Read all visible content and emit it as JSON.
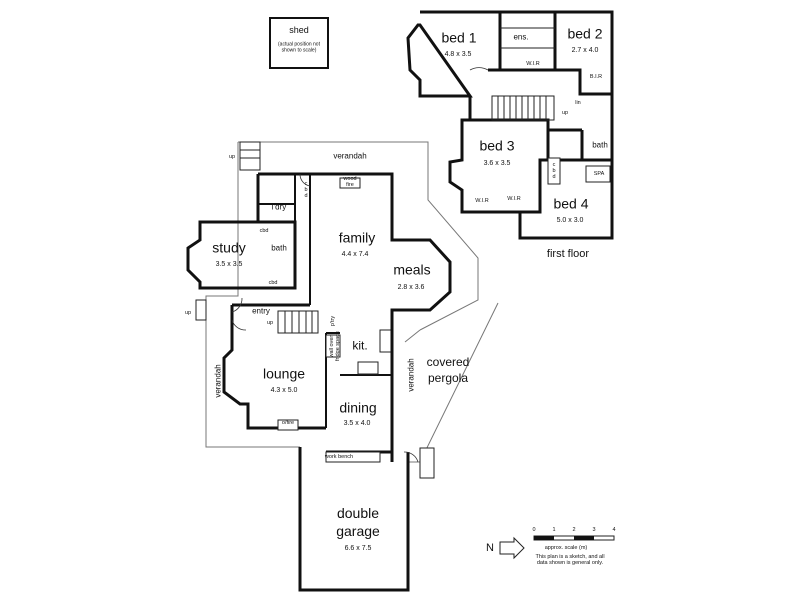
{
  "plan": {
    "shed": {
      "name": "shed",
      "note": "(actual position not shown to scale)"
    },
    "rooms": {
      "bed1": {
        "name": "bed 1",
        "size": "4.8 x 3.5"
      },
      "bed2": {
        "name": "bed 2",
        "size": "2.7 x 4.0"
      },
      "bed3": {
        "name": "bed 3",
        "size": "3.6 x 3.5"
      },
      "bed4": {
        "name": "bed 4",
        "size": "5.0 x 3.0"
      },
      "ens": {
        "name": "ens."
      },
      "bath_upper": {
        "name": "bath"
      },
      "study": {
        "name": "study",
        "size": "3.5 x 3.5"
      },
      "family": {
        "name": "family",
        "size": "4.4 x 7.4"
      },
      "meals": {
        "name": "meals",
        "size": "2.8 x 3.6"
      },
      "kitchen": {
        "name": "kit."
      },
      "lounge": {
        "name": "lounge",
        "size": "4.3 x 5.0"
      },
      "dining": {
        "name": "dining",
        "size": "3.5 x 4.0"
      },
      "garage": {
        "name": "double garage",
        "size": "6.6 x 7.5"
      },
      "bath_lower": {
        "name": "bath"
      },
      "laundry": {
        "name": "l'dry"
      },
      "entry": {
        "name": "entry"
      }
    },
    "outdoor": {
      "verandah_top": "verandah",
      "verandah_left": "verandah",
      "verandah_right": "verandah",
      "pergola": "covered pergola"
    },
    "small_labels": {
      "wir1": "W.I.R",
      "wir3": "W.I.R",
      "wir4": "W.I.R",
      "bir": "B.I.R",
      "spa": "SPA",
      "lin": "lin",
      "cbd_upper": "c b d",
      "cbd_lower": "c b d",
      "wood_fire": "wood fire",
      "open_fire": "o/fire",
      "work_bench": "work bench",
      "pantry": "p'try",
      "wall_oven": "wall oven",
      "fridge_space": "fridge space",
      "cbd_bath": "cbd",
      "cbd_study": "cbd"
    },
    "up_labels": [
      "up",
      "up",
      "up",
      "up"
    ],
    "first_floor": "first floor",
    "scale": {
      "ticks": [
        "0",
        "1",
        "2",
        "3",
        "4"
      ],
      "caption": "approx. scale (m)",
      "disclaimer": "This plan is a sketch, and all data shown is general only."
    },
    "north": "N"
  },
  "colors": {
    "walls": "#111111",
    "outline": "#777777",
    "background": "#ffffff"
  }
}
